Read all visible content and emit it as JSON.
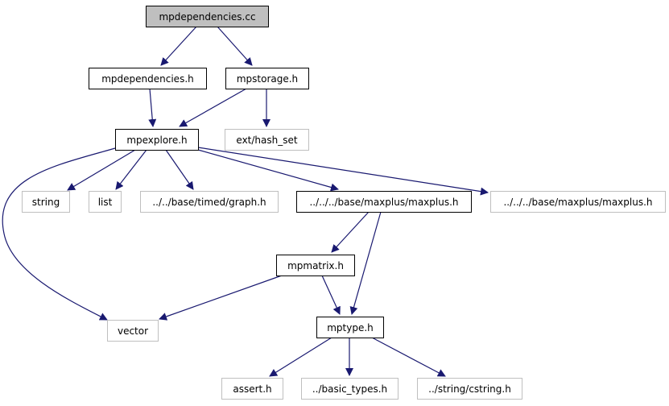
{
  "diagram": {
    "type": "include-dependency-graph",
    "colors": {
      "edge": "#191970",
      "node_border_documented": "#000000",
      "node_border_external": "#bfbfbf",
      "root_fill": "#bfbfbf",
      "node_fill": "#ffffff"
    },
    "nodes": [
      {
        "id": "root",
        "label": "mpdependencies.cc",
        "kind": "root"
      },
      {
        "id": "mpdep_h",
        "label": "mpdependencies.h",
        "kind": "documented"
      },
      {
        "id": "mpstorage_h",
        "label": "mpstorage.h",
        "kind": "documented"
      },
      {
        "id": "mpexplore_h",
        "label": "mpexplore.h",
        "kind": "documented"
      },
      {
        "id": "hash_set",
        "label": "ext/hash_set",
        "kind": "external"
      },
      {
        "id": "string",
        "label": "string",
        "kind": "external"
      },
      {
        "id": "list",
        "label": "list",
        "kind": "external"
      },
      {
        "id": "graph_h",
        "label": "../../base/timed/graph.h",
        "kind": "external"
      },
      {
        "id": "maxplus_doc",
        "label": "../../../base/maxplus/maxplus.h",
        "kind": "documented"
      },
      {
        "id": "maxplus_ext",
        "label": "../../../base/maxplus/maxplus.h",
        "kind": "external"
      },
      {
        "id": "mpmatrix_h",
        "label": "mpmatrix.h",
        "kind": "documented"
      },
      {
        "id": "vector",
        "label": "vector",
        "kind": "external"
      },
      {
        "id": "mptype_h",
        "label": "mptype.h",
        "kind": "documented"
      },
      {
        "id": "assert_h",
        "label": "assert.h",
        "kind": "external"
      },
      {
        "id": "basic_types_h",
        "label": "../basic_types.h",
        "kind": "external"
      },
      {
        "id": "cstring_h",
        "label": "../string/cstring.h",
        "kind": "external"
      }
    ],
    "edges": [
      {
        "from": "root",
        "to": "mpdep_h"
      },
      {
        "from": "root",
        "to": "mpstorage_h"
      },
      {
        "from": "mpdep_h",
        "to": "mpexplore_h"
      },
      {
        "from": "mpstorage_h",
        "to": "mpexplore_h"
      },
      {
        "from": "mpstorage_h",
        "to": "hash_set"
      },
      {
        "from": "mpexplore_h",
        "to": "vector"
      },
      {
        "from": "mpexplore_h",
        "to": "string"
      },
      {
        "from": "mpexplore_h",
        "to": "list"
      },
      {
        "from": "mpexplore_h",
        "to": "graph_h"
      },
      {
        "from": "mpexplore_h",
        "to": "maxplus_doc"
      },
      {
        "from": "mpexplore_h",
        "to": "maxplus_ext"
      },
      {
        "from": "maxplus_doc",
        "to": "mpmatrix_h"
      },
      {
        "from": "maxplus_doc",
        "to": "mptype_h"
      },
      {
        "from": "mpmatrix_h",
        "to": "vector"
      },
      {
        "from": "mpmatrix_h",
        "to": "mptype_h"
      },
      {
        "from": "mptype_h",
        "to": "assert_h"
      },
      {
        "from": "mptype_h",
        "to": "basic_types_h"
      },
      {
        "from": "mptype_h",
        "to": "cstring_h"
      }
    ]
  }
}
